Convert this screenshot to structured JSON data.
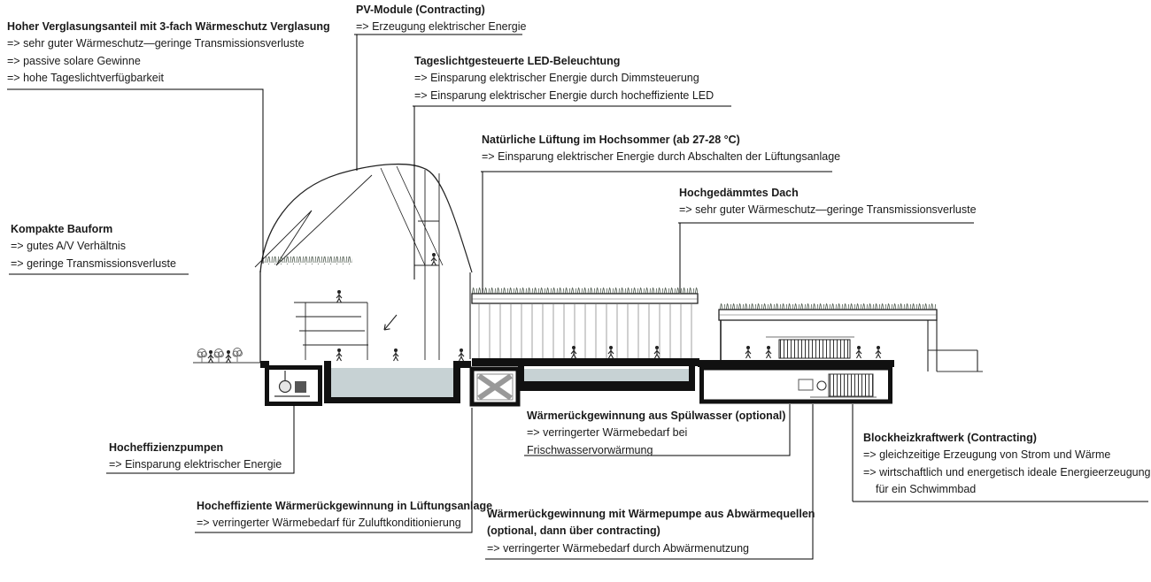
{
  "colors": {
    "pool_water": "#c7d2d4",
    "line": "#1a1a1a",
    "slab": "#111111",
    "grass": "#4e5a4e"
  },
  "labels": {
    "verglasung": {
      "title": "Hoher Verglasungsanteil mit 3-fach Wärmeschutz Verglasung",
      "lines": [
        "=> sehr guter Wärmeschutz—geringe Transmissionsverluste",
        "=> passive solare Gewinne",
        "=> hohe Tageslichtverfügbarkeit"
      ]
    },
    "pv_module": {
      "title": "PV-Module (Contracting)",
      "lines": [
        "=> Erzeugung elektrischer Energie"
      ]
    },
    "led": {
      "title": "Tageslichtgesteuerte LED-Beleuchtung",
      "lines": [
        "=> Einsparung elektrischer Energie durch Dimmsteuerung",
        "=> Einsparung elektrischer Energie durch hocheffiziente LED"
      ]
    },
    "lueftung": {
      "title": "Natürliche Lüftung im Hochsommer (ab 27-28 °C)",
      "lines": [
        "=> Einsparung elektrischer Energie durch Abschalten der Lüftungsanlage"
      ]
    },
    "dach": {
      "title": "Hochgedämmtes Dach",
      "lines": [
        "=> sehr guter Wärmeschutz—geringe Transmissionsverluste"
      ]
    },
    "bauform": {
      "title": "Kompakte Bauform",
      "lines": [
        "=> gutes A/V Verhältnis",
        "=> geringe Transmissionsverluste"
      ]
    },
    "pumpen": {
      "title": "Hocheffizienzpumpen",
      "lines": [
        "=> Einsparung elektrischer Energie"
      ]
    },
    "wrg_lueftung": {
      "title": "Hocheffiziente Wärmerückgewinnung in Lüftungsanlage",
      "lines": [
        "=> verringerter Wärmebedarf für Zuluftkonditionierung"
      ]
    },
    "spuelwasser": {
      "title": "Wärmerückgewinnung aus Spülwasser (optional)",
      "lines": [
        "=> verringerter Wärmebedarf bei",
        "Frischwasservorwärmung"
      ]
    },
    "waermepumpe": {
      "title": "Wärmerückgewinnung mit Wärmepumpe aus Abwärmequellen",
      "title2": "(optional, dann über contracting)",
      "lines": [
        "=> verringerter Wärmebedarf durch Abwärmenutzung"
      ]
    },
    "bhkw": {
      "title": "Blockheizkraftwerk (Contracting)",
      "lines": [
        "=> gleichzeitige Erzeugung von Strom und Wärme",
        "=> wirtschaftlich und energetisch ideale Energieerzeugung",
        "für ein Schwimmbad"
      ]
    }
  }
}
